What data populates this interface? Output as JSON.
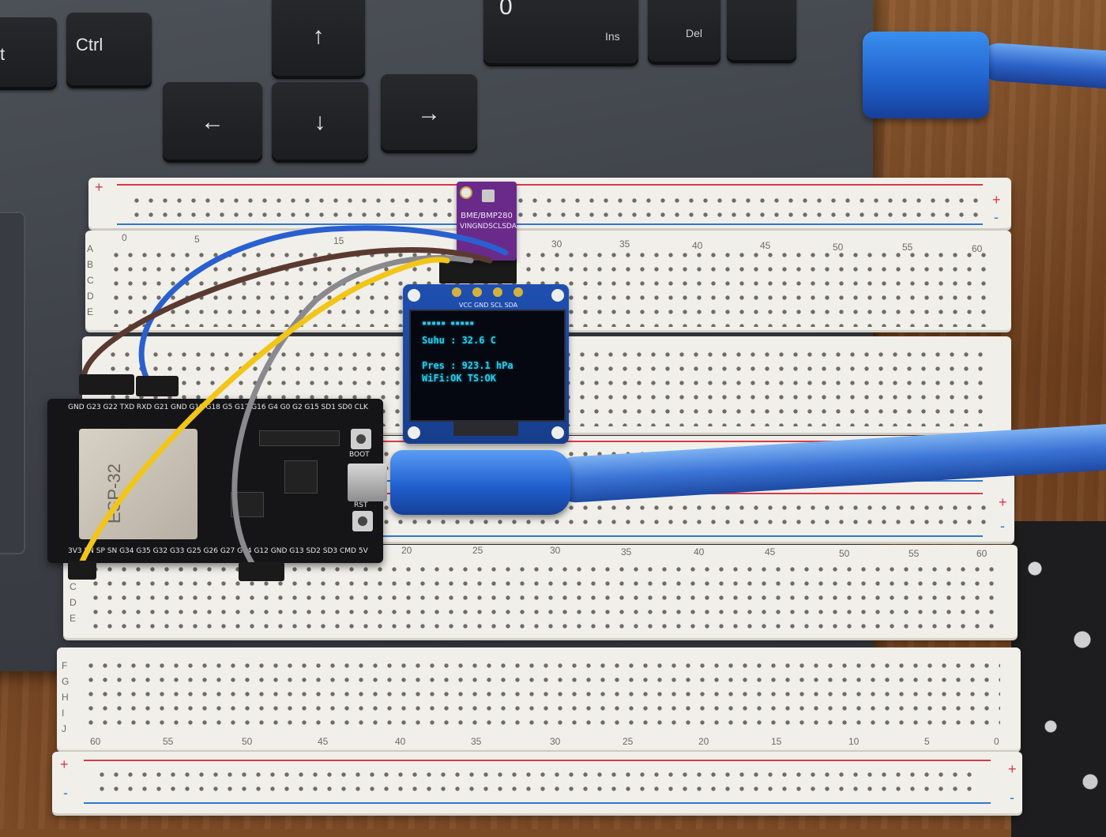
{
  "laptop": {
    "keys": {
      "ctrl": "Ctrl",
      "partial_left": "t",
      "zero": "0",
      "ins": "Ins",
      "del": "Del",
      "arrow_up": "↑",
      "arrow_down": "↓",
      "arrow_left": "←",
      "arrow_right": "→"
    }
  },
  "breadboard": {
    "top_numbers": [
      "0",
      "5",
      "15",
      "30",
      "35",
      "40",
      "45",
      "50",
      "55",
      "60"
    ],
    "mid_numbers": [
      "20",
      "25",
      "30",
      "35",
      "40",
      "45",
      "50",
      "55",
      "60"
    ],
    "bottom_numbers": [
      "60",
      "55",
      "50",
      "45",
      "40",
      "35",
      "30",
      "25",
      "20",
      "15",
      "10",
      "5",
      "0"
    ],
    "row_letters_left": [
      "A",
      "B",
      "C",
      "D",
      "E"
    ],
    "row_letters_lower": [
      "C",
      "D",
      "E"
    ],
    "row_letters_bottom": [
      "F",
      "G",
      "H",
      "I",
      "J"
    ],
    "rail_plus": "+",
    "rail_minus": "-"
  },
  "sensor": {
    "name": "BME/BMP280",
    "pins": [
      "VIN",
      "GND",
      "SCL",
      "SDA"
    ]
  },
  "oled": {
    "pin_labels": "VCC GND SCL SDA",
    "lines": {
      "header": "▪▪▪▪▪ ▪▪▪▪▪",
      "temp": "Suhu : 32.6 C",
      "pressure": "Pres : 923.1 hPa",
      "status": "WiFi:OK TS:OK"
    }
  },
  "esp32": {
    "module_label": "ESP-32",
    "top_pins": [
      "GND",
      "G23",
      "G22",
      "TXD",
      "RXD",
      "G21",
      "GND",
      "G19",
      "G18",
      "G5",
      "G17",
      "G16",
      "G4",
      "G0",
      "G2",
      "G15",
      "SD1",
      "SD0",
      "CLK"
    ],
    "bottom_pins": [
      "3V3",
      "EN",
      "SP",
      "SN",
      "G34",
      "G35",
      "G32",
      "G33",
      "G25",
      "G26",
      "G27",
      "G14",
      "G12",
      "GND",
      "G13",
      "SD2",
      "SD3",
      "CMD",
      "5V"
    ],
    "boot_label": "BOOT",
    "rst_label": "RST"
  },
  "colors": {
    "wire_blue": "#2a5fd0",
    "wire_brown": "#5a3a30",
    "wire_gray": "#8a8a8e",
    "wire_yellow": "#f2c518",
    "oled_text": "#28c9e8",
    "sensor_pcb": "#6a2a8a",
    "oled_pcb": "#1f4fb0"
  }
}
